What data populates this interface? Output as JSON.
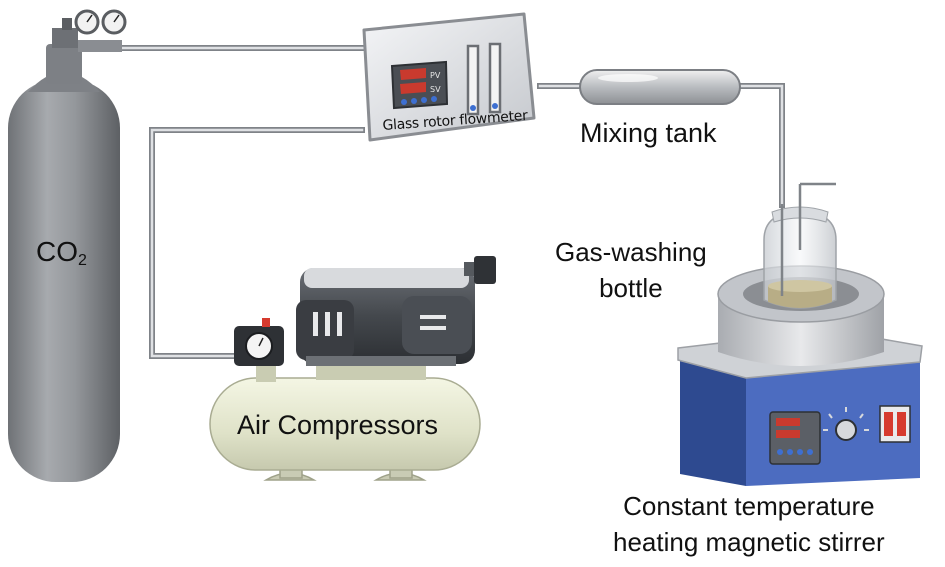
{
  "labels": {
    "co2_main": "CO",
    "co2_sub": "2",
    "flowmeter": "Glass rotor flowmeter",
    "mixing_tank": "Mixing tank",
    "gas_washing_line1": "Gas-washing",
    "gas_washing_line2": "bottle",
    "air_compressors": "Air Compressors",
    "stirrer_line1": "Constant temperature",
    "stirrer_line2": "heating magnetic stirrer"
  },
  "display_text": {
    "pv": "PV",
    "sv": "SV"
  },
  "colors": {
    "cylinder": "#8e9196",
    "pipe": "#9a9ea3",
    "compressor_tank": "#e3e6cf",
    "stirrer_base": "#3c5aa6",
    "liquid": "#b8ad86",
    "indicator_red": "#d63a2e"
  }
}
